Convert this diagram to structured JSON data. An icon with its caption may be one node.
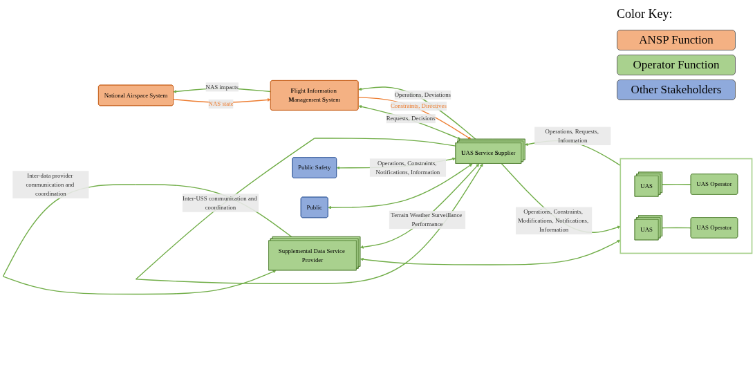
{
  "diagram": {
    "nodes": [
      {
        "text": [
          "National Airspace System"
        ]
      },
      {
        "text": [
          "**F**light **I**nformation **M**anagement **S**ystem"
        ]
      },
      {
        "text": [
          "Supplemental Data Service Provider"
        ]
      },
      {
        "text": [
          "**U**AS **S**ervice **S**upplier"
        ]
      },
      {
        "text": [
          "Public Safety"
        ]
      },
      {
        "text": [
          "Public"
        ]
      },
      {
        "text": [],
        "shape": "box"
      },
      {
        "text": [
          "UAS"
        ],
        "in": 6
      },
      {
        "text": [
          "UAS Operator"
        ],
        "in": 6
      },
      {
        "text": [
          "UAS"
        ],
        "in": 6
      },
      {
        "text": [
          "UAS Operator"
        ],
        "in": 6
      }
    ],
    "edges": [
      {
        "from": 0,
        "to": 1,
        "arrow": "to",
        "label": "NAS state",
        "color": "#ed7d31"
      },
      {
        "from": 1,
        "to": 0,
        "arrow": "to",
        "label": "NAS impacts"
      },
      {
        "from": 1,
        "to": 3,
        "arrow": "to",
        "label": "Constraints, Directives",
        "color": "#ed7d31"
      },
      {
        "from": 1,
        "to": 3,
        "arrow": "both",
        "label": "Requests, Decisions"
      },
      {
        "from": 3,
        "to": 1,
        "arrow": "to",
        "label": "Operations, Deviations"
      },
      {
        "from": 2,
        "to": 2,
        "arrow": "to",
        "label": "Inter-data provider communication and coordination"
      },
      {
        "from": 3,
        "to": 3,
        "arrow": "to",
        "label": "Inter-USS communication and coordination"
      },
      {
        "from": 3,
        "to": 2,
        "arrow": "both",
        "label": "Terrain Weather Surveillance Performance"
      },
      {
        "from": 2,
        "to": 6,
        "arrow": "both"
      },
      {
        "from": 6,
        "to": 3,
        "arrow": "to",
        "label": "Operations, Requests, Information"
      },
      {
        "from": 3,
        "to": 6,
        "arrow": "to",
        "label": "Operations, Constraints, Modifications, Notifications, Information"
      },
      {
        "from": 3,
        "to": 4,
        "arrow": "both",
        "label": "Operations, Constraints, Notifications, Information"
      },
      {
        "from": 3,
        "to": 5,
        "arrow": "both"
      },
      {
        "from": 7,
        "to": 8,
        "arrow": "none"
      },
      {
        "from": 9,
        "to": 10,
        "arrow": "none"
      }
    ],
    "labels": [
      "Color Key:"
    ],
    "legend": [
      {
        "text": "ANSP Function",
        "color": "#f4b183"
      },
      {
        "text": "Operator Function",
        "color": "#a9d18e"
      },
      {
        "text": "Other Stakeholders",
        "color": "#8faadc"
      }
    ]
  }
}
